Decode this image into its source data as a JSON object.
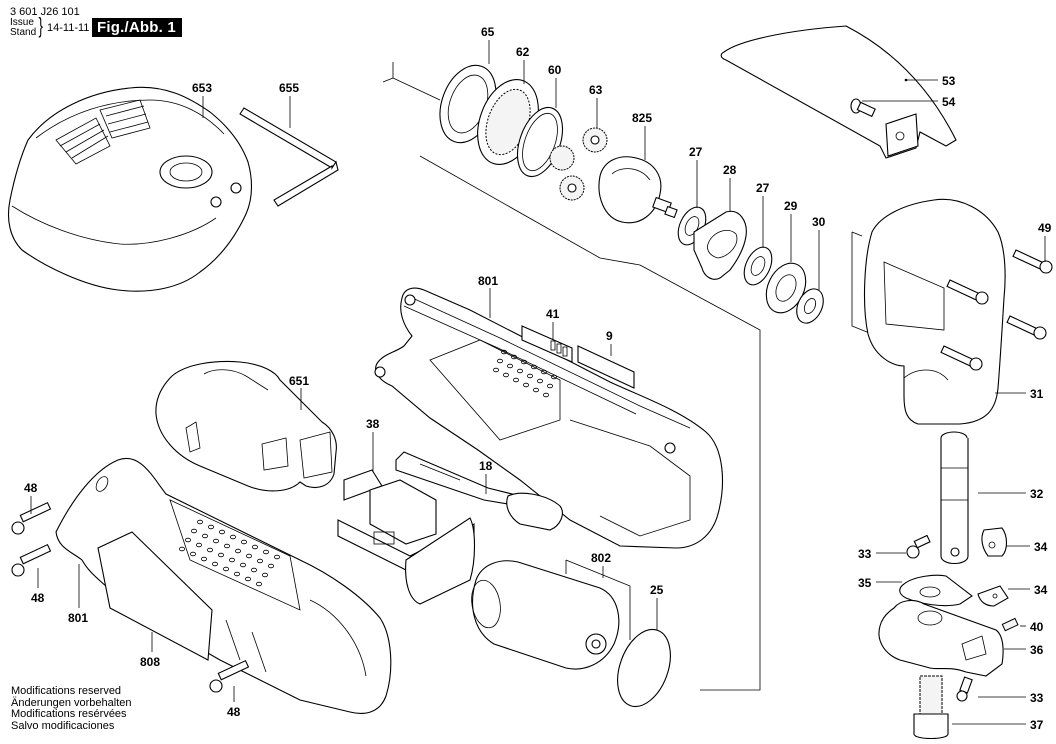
{
  "header": {
    "part_code": "3 601 J26 101",
    "issue_label": "Issue",
    "stand_label": "Stand",
    "brace": "}",
    "date": "14-11-11",
    "figure_label": "Fig./Abb. 1"
  },
  "notes": [
    "Modifications reserved",
    "Änderungen vorbehalten",
    "Modifications resérvées",
    "Salvo modificaciones"
  ],
  "parts": {
    "charger": "653",
    "hex_key": "655",
    "ring_65": "65",
    "ring_gear_62": "62",
    "ring_60": "60",
    "gear_63": "63",
    "planetary_825": "825",
    "washer_27a": "27",
    "eccentric_28": "28",
    "washer_27b": "27",
    "bearing_29": "29",
    "bearing_30": "30",
    "guard_53": "53",
    "screw_54": "54",
    "screw_49": "49",
    "head_31": "31",
    "housing_801_top": "801",
    "label_41": "41",
    "label_9": "9",
    "battery_651": "651",
    "electronics_38": "38",
    "switch_18": "18",
    "motor_802": "802",
    "disc_25": "25",
    "plunger_32": "32",
    "screw_33a": "33",
    "blade_34a": "34",
    "plate_35": "35",
    "blade_34b": "34",
    "spring_40": "40",
    "die_36": "36",
    "screw_33b": "33",
    "bolt_37": "37",
    "screw_48a": "48",
    "screw_48b": "48",
    "housing_801_bottom": "801",
    "label_808": "808",
    "screw_48c": "48"
  }
}
